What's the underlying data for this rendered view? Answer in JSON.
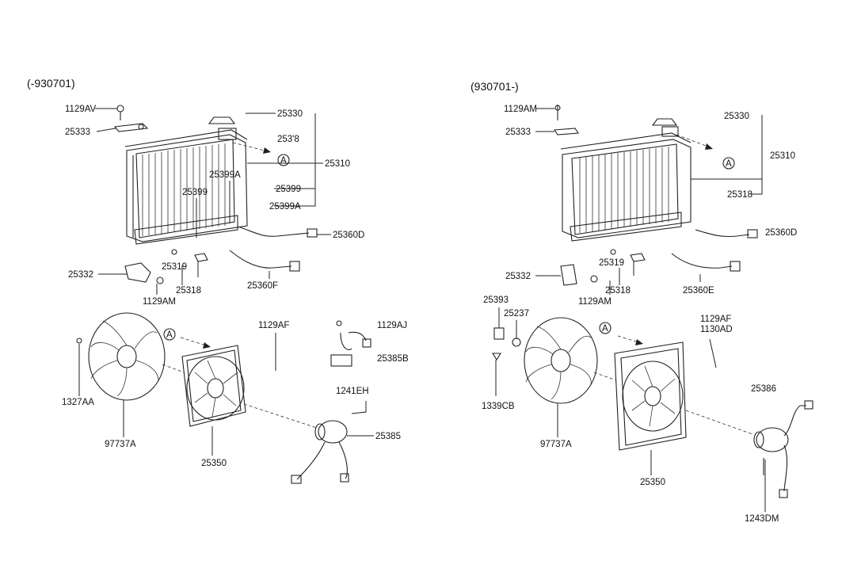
{
  "left": {
    "header": "(-930701)",
    "labels": {
      "l1129av": "1129AV",
      "l25333": "25333",
      "l25330": "25330",
      "l25318top": "253'8",
      "l25310": "25310",
      "l25399a_a": "25399A",
      "l25399": "25399",
      "l25399_b": "25399",
      "l25399a_b": "25399A",
      "l25360d": "25360D",
      "l25332": "25332",
      "l25319": "25319",
      "l25318": "25318",
      "l1129am": "1129AM",
      "l25360f": "25360F",
      "l1129af": "1129AF",
      "l1129aj": "1129AJ",
      "l25385b": "25385B",
      "l1241eh": "1241EH",
      "l25385": "25385",
      "l1327aa": "1327AA",
      "l97737a": "97737A",
      "l25350": "25350",
      "circleA1": "A",
      "circleA2": "A"
    }
  },
  "right": {
    "header": "(930701-)",
    "labels": {
      "l1129am_top": "1129AM",
      "l25333": "25333",
      "l25330": "25330",
      "l25310": "25310",
      "l25318top": "25318",
      "l25360d": "25360D",
      "l25319": "25319",
      "l25318": "25318",
      "l25332": "25332",
      "l1129am": "1129AM",
      "l25360e": "25360E",
      "l25393": "25393",
      "l25237": "25237",
      "l1339cb": "1339CB",
      "l1129af": "1129AF",
      "l1130ad": "1130AD",
      "l25386": "25386",
      "l97737a": "97737A",
      "l25350": "25350",
      "l1243dm": "1243DM",
      "circleA1": "A",
      "circleA2": "A"
    }
  }
}
